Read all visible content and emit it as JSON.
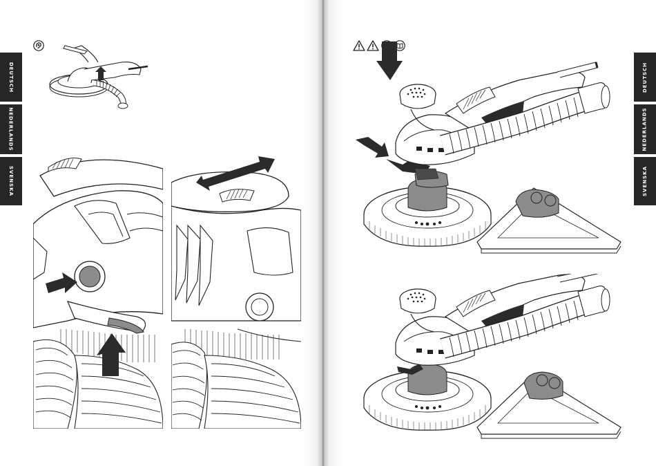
{
  "language_tabs": {
    "left": [
      "DEUTSCH",
      "NEDERLANDS",
      "SVENSKA"
    ],
    "right": [
      "DEUTSCH",
      "NEDERLANDS",
      "SVENSKA"
    ]
  },
  "colors": {
    "tab_bg": "#262626",
    "tab_text": "#ffffff",
    "line": "#222222",
    "highlight_gray": "#8c8c8c",
    "arrow_fill": "#2b2b2b"
  },
  "icons": {
    "left_page": [
      "ear-protection-icon"
    ],
    "right_page": [
      "warning-triangle-icon",
      "warning-triangle-icon",
      "ear-protection-icon",
      "read-manual-icon"
    ]
  }
}
